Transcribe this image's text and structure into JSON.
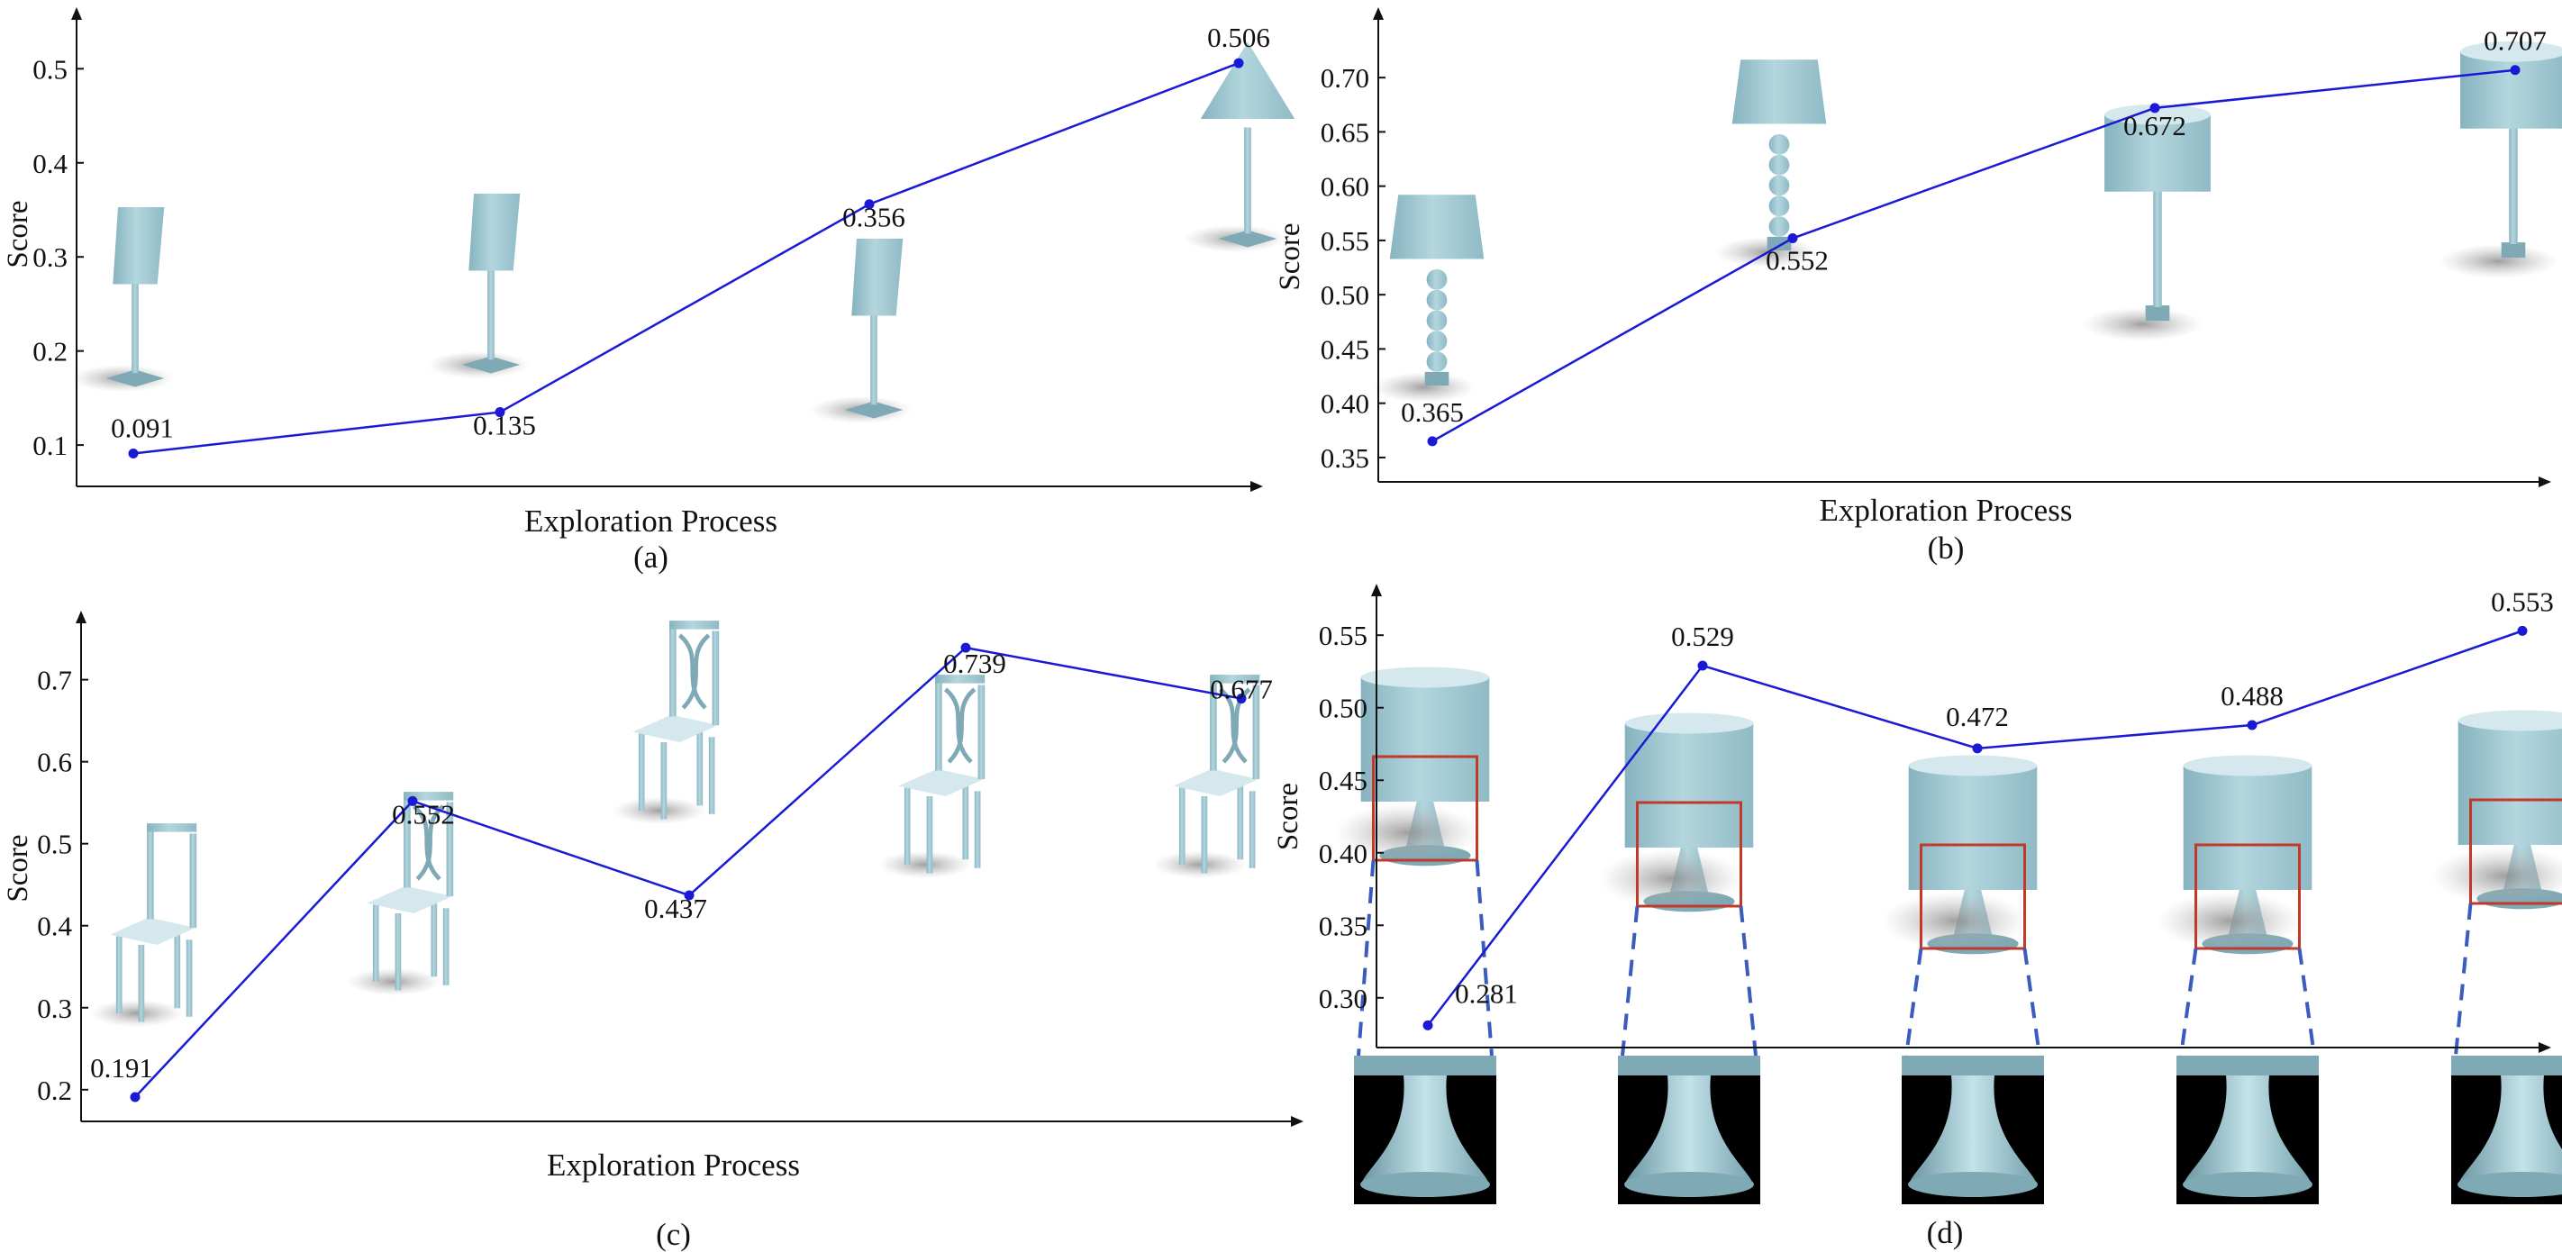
{
  "colors": {
    "line": "#1a1ad6",
    "axis": "#111111",
    "model": "#a9cdd6",
    "model_dark": "#7fa9b5",
    "model_light": "#d4e8ee",
    "shadow": "#9a9a9a",
    "highlight_box": "#c0392b",
    "connector": "#3a5bbf",
    "inset_bg": "#000000"
  },
  "chart_data": [
    {
      "id": "a",
      "type": "line",
      "caption": "(a)",
      "xlabel": "Exploration Process",
      "ylabel": "Score",
      "ylim": [
        0.08,
        0.53
      ],
      "yticks": [
        "0.1",
        "0.2",
        "0.3",
        "0.4",
        "0.5"
      ],
      "values": [
        0.091,
        0.135,
        0.356,
        0.506
      ],
      "labels": [
        "0.091",
        "0.135",
        "0.356",
        "0.506"
      ],
      "thumbnails": [
        "lamp-square",
        "lamp-square",
        "lamp-square",
        "lamp-pyramid"
      ]
    },
    {
      "id": "b",
      "type": "line",
      "caption": "(b)",
      "xlabel": "Exploration Process",
      "ylabel": "Score",
      "ylim": [
        0.34,
        0.73
      ],
      "yticks": [
        "0.35",
        "0.40",
        "0.45",
        "0.50",
        "0.55",
        "0.60",
        "0.65",
        "0.70"
      ],
      "values": [
        0.365,
        0.552,
        0.672,
        0.707
      ],
      "labels": [
        "0.365",
        "0.552",
        "0.672",
        "0.707"
      ],
      "thumbnails": [
        "lamp-beaded",
        "lamp-beaded",
        "lamp-drum",
        "lamp-drum"
      ]
    },
    {
      "id": "c",
      "type": "line",
      "caption": "(c)",
      "xlabel": "Exploration Process",
      "ylabel": "Score",
      "ylim": [
        0.18,
        0.76
      ],
      "yticks": [
        "0.2",
        "0.3",
        "0.4",
        "0.5",
        "0.6",
        "0.7"
      ],
      "values": [
        0.191,
        0.552,
        0.437,
        0.739,
        0.677
      ],
      "labels": [
        "0.191",
        "0.552",
        "0.437",
        "0.739",
        "0.677"
      ],
      "thumbnails": [
        "chair-plain",
        "chair-slat",
        "chair-heart",
        "chair-carved",
        "chair-scroll"
      ]
    },
    {
      "id": "d",
      "type": "line",
      "caption": "(d)",
      "xlabel": "",
      "ylabel": "Score",
      "ylim": [
        0.28,
        0.57
      ],
      "yticks": [
        "0.30",
        "0.35",
        "0.40",
        "0.45",
        "0.50",
        "0.55"
      ],
      "values": [
        0.281,
        0.529,
        0.472,
        0.488,
        0.553
      ],
      "labels": [
        "0.281",
        "0.529",
        "0.472",
        "0.488",
        "0.553"
      ],
      "thumbnails": [
        "lamp-drum-base",
        "lamp-drum-base",
        "lamp-drum-base",
        "lamp-drum-base",
        "lamp-drum-base"
      ]
    }
  ]
}
